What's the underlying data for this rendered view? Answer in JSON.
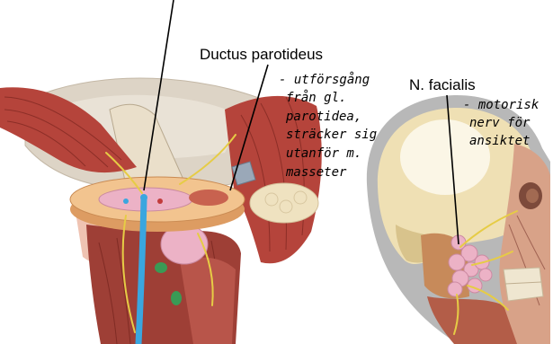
{
  "labels": {
    "ductus_parotideus": {
      "title": "Ductus parotideus",
      "description": [
        "- utförsgång",
        "från gl.",
        "parotidea,",
        "sträcker sig",
        "utanför m.",
        "masseter"
      ]
    },
    "n_facialis": {
      "title": "N. facialis",
      "description": [
        "- motorisk",
        "nerv för",
        "ansiktet"
      ]
    }
  },
  "colors": {
    "muscle": "#b5443b",
    "muscle_dark": "#9e3f36",
    "gland": "#ecb2c6",
    "vessel": "#3aa6df",
    "nerve": "#e6cc45",
    "disc_top": "#f2c48f",
    "disc_side": "#dd9c62",
    "scalp": "#b8b8b8",
    "skull": "#efe0b4",
    "face": "#d8a288"
  }
}
